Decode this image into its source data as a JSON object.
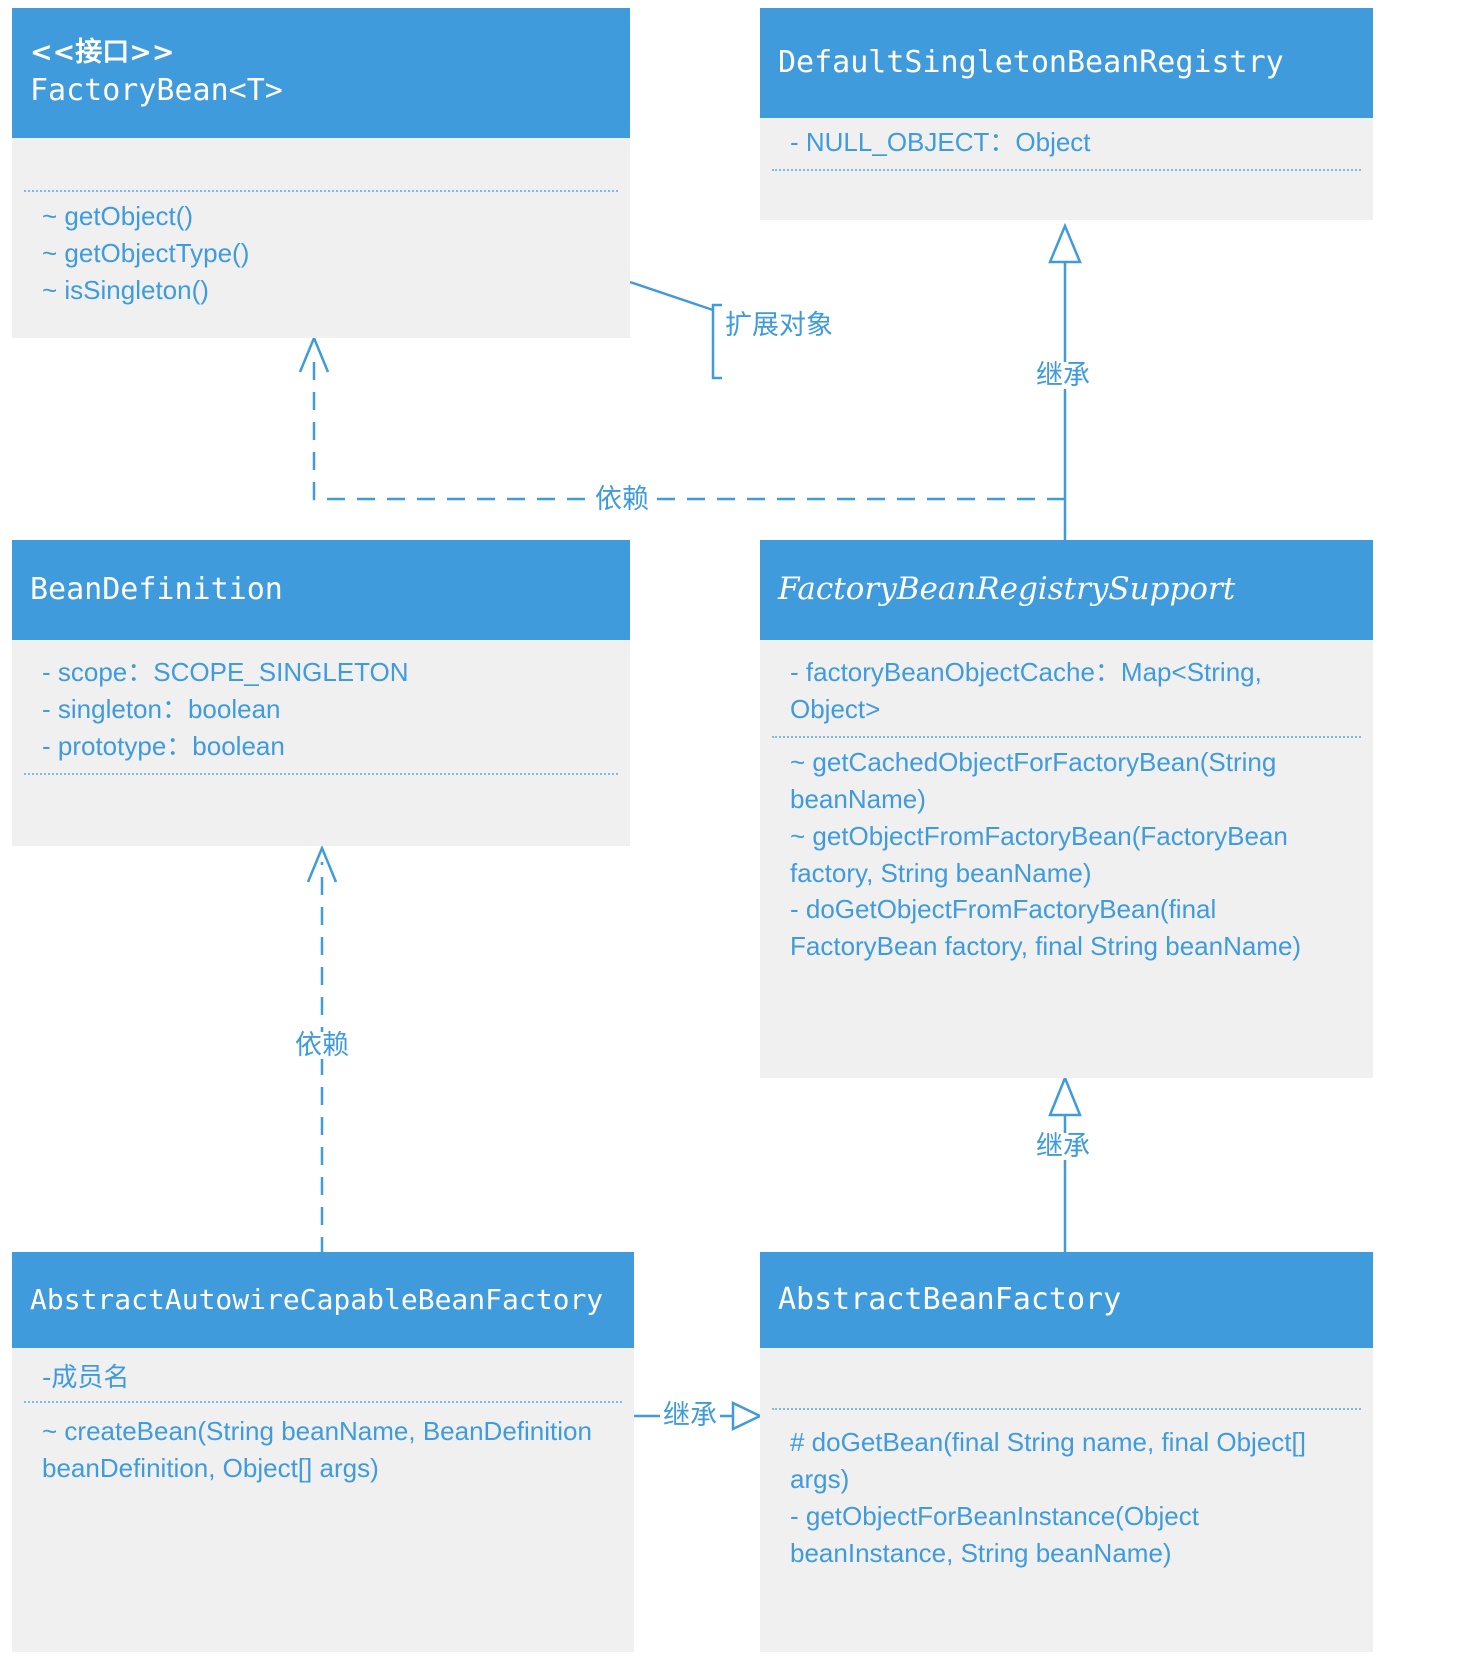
{
  "diagram": {
    "title": "Spring FactoryBean UML class diagram",
    "accent_color": "#3f9bdc",
    "header_text_color": "#ffffff",
    "body_color": "#f0f0f0",
    "classes": [
      {
        "id": "factorybean",
        "stereotype": "<<接口>>",
        "name": "FactoryBean<T>",
        "abstract": false,
        "attributes": [],
        "methods": [
          "~ getObject()",
          "~ getObjectType()",
          "~ isSingleton()"
        ]
      },
      {
        "id": "defaultsingletonbeanregistry",
        "stereotype": "",
        "name": "DefaultSingletonBeanRegistry",
        "abstract": false,
        "attributes": [
          "- NULL_OBJECT：Object"
        ],
        "methods": []
      },
      {
        "id": "beandefinition",
        "stereotype": "",
        "name": "BeanDefinition",
        "abstract": false,
        "attributes": [
          "- scope：SCOPE_SINGLETON",
          "- singleton：boolean",
          "- prototype：boolean"
        ],
        "methods": []
      },
      {
        "id": "factorybeanregistrysupport",
        "stereotype": "",
        "name": "FactoryBeanRegistrySupport",
        "abstract": true,
        "attributes": [
          "- factoryBeanObjectCache：Map<String, Object>"
        ],
        "methods": [
          "~ getCachedObjectForFactoryBean(String beanName)",
          "~ getObjectFromFactoryBean(FactoryBean factory, String beanName)",
          "- doGetObjectFromFactoryBean(final FactoryBean factory, final String beanName)"
        ]
      },
      {
        "id": "abstractautowirecapablebeanfactory",
        "stereotype": "",
        "name": "AbstractAutowireCapableBeanFactory",
        "abstract": false,
        "attributes": [
          "-成员名"
        ],
        "methods": [
          "~ createBean(String beanName, BeanDefinition beanDefinition, Object[] args)"
        ]
      },
      {
        "id": "abstractbeanfactory",
        "stereotype": "",
        "name": "AbstractBeanFactory",
        "abstract": false,
        "attributes": [],
        "methods": [
          "# doGetBean(final String name, final Object[] args)",
          "- getObjectForBeanInstance(Object beanInstance, String beanName)"
        ]
      }
    ],
    "relationships": [
      {
        "id": "rel-extend-object",
        "label": "扩展对象",
        "type": "note-bracket",
        "from": "factorybean",
        "to": "defaultsingletonbeanregistry"
      },
      {
        "id": "rel-inherit-top",
        "label": "继承",
        "type": "generalization",
        "from": "factorybeanregistrysupport",
        "to": "defaultsingletonbeanregistry"
      },
      {
        "id": "rel-depend-top",
        "label": "依赖",
        "type": "dependency",
        "from": "factorybeanregistrysupport",
        "to": "factorybean"
      },
      {
        "id": "rel-depend-mid",
        "label": "依赖",
        "type": "dependency",
        "from": "abstractautowirecapablebeanfactory",
        "to": "beandefinition"
      },
      {
        "id": "rel-inherit-mid",
        "label": "继承",
        "type": "generalization",
        "from": "abstractbeanfactory",
        "to": "factorybeanregistrysupport"
      },
      {
        "id": "rel-inherit-bottom",
        "label": "继承",
        "type": "generalization",
        "from": "abstractautowirecapablebeanfactory",
        "to": "abstractbeanfactory"
      }
    ]
  }
}
